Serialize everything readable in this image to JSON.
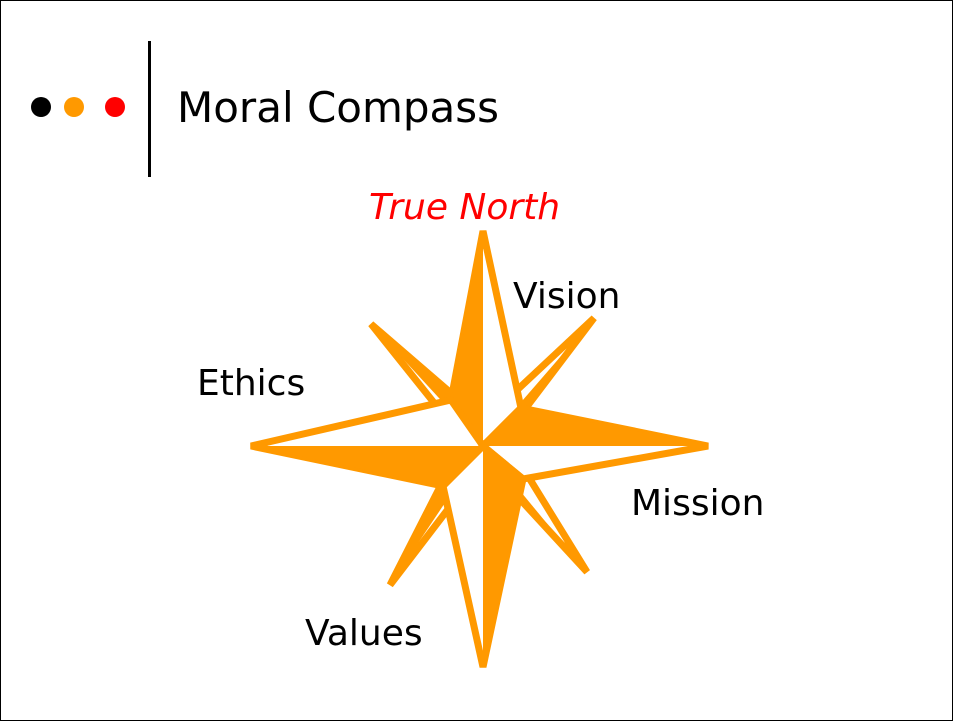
{
  "slide": {
    "title": "Moral Compass",
    "bullet_dots": [
      "#000000",
      "#ff9900",
      "#ff0000"
    ],
    "text_color": "#000000"
  },
  "compass": {
    "accent_color": "#ff9900",
    "labels": {
      "true_north": "True North",
      "vision": "Vision",
      "ethics": "Ethics",
      "mission": "Mission",
      "values": "Values"
    },
    "true_north_color": "#ff0000"
  }
}
